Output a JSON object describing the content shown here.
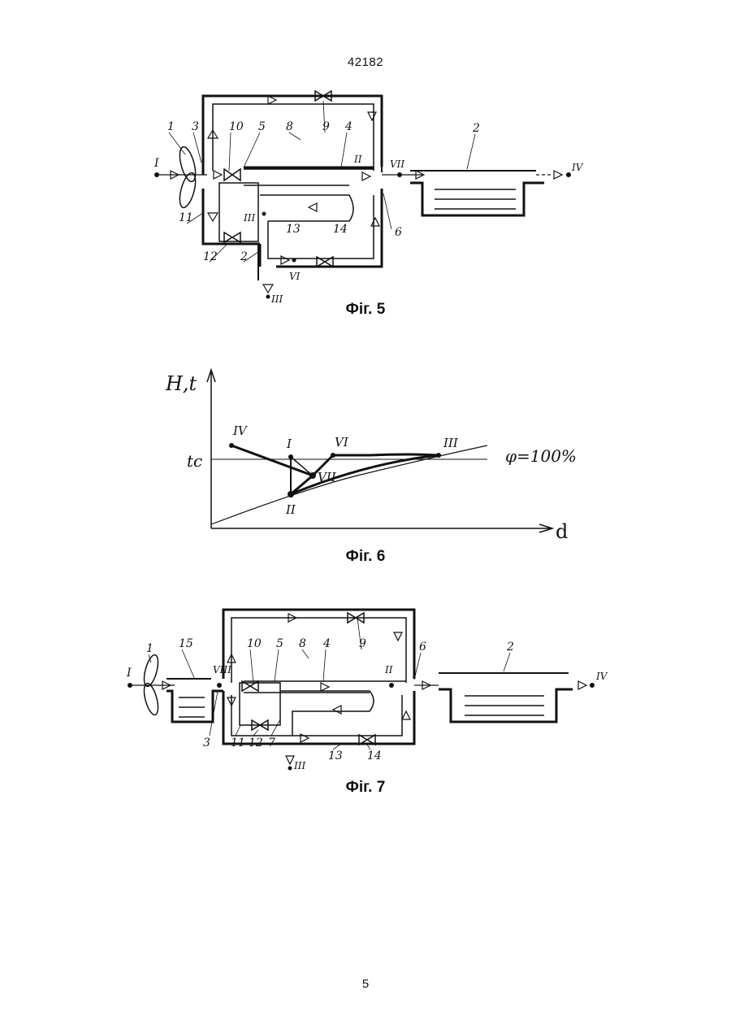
{
  "header": {
    "document_number": "42182"
  },
  "footer": {
    "page_number": "5"
  },
  "figures": [
    {
      "id": "fig5",
      "caption": "Фіг. 5",
      "labels": {
        "n1": "1",
        "n3": "3",
        "n10": "10",
        "n5": "5",
        "n8": "8",
        "n9": "9",
        "n4": "4",
        "n2_tank": "2",
        "n11": "11",
        "n12": "12",
        "n2_pipe": "2",
        "n13": "13",
        "n14": "14",
        "n6": "6",
        "s_I": "I",
        "s_II": "II",
        "s_III": "III",
        "s_III_out": "III",
        "s_VI": "VI",
        "s_VII": "VII",
        "s_IV": "IV"
      }
    },
    {
      "id": "fig6",
      "caption": "Фіг. 6",
      "axes": {
        "y_label": "H,t",
        "x_label": "d",
        "t_label": "tc"
      },
      "curve_label": "φ=100%",
      "point_labels": [
        "IV",
        "I",
        "VI",
        "III",
        "VII",
        "II"
      ]
    },
    {
      "id": "fig7",
      "caption": "Фіг. 7",
      "labels": {
        "n1": "1",
        "n15": "15",
        "n10": "10",
        "n5": "5",
        "n8": "8",
        "n4": "4",
        "n9": "9",
        "n6": "6",
        "n2_tank": "2",
        "n3": "3",
        "n11": "11",
        "n12": "12",
        "n7": "7",
        "n13": "13",
        "n14": "14",
        "s_I": "I",
        "s_VIII": "VIII",
        "s_II": "II",
        "s_III": "III",
        "s_IV": "IV"
      }
    }
  ]
}
